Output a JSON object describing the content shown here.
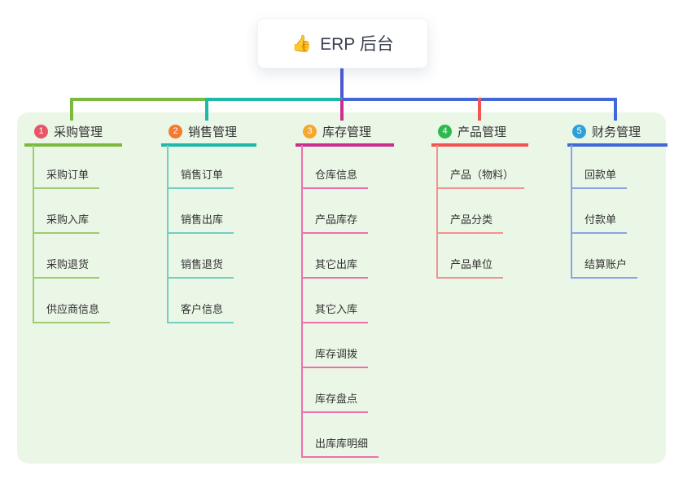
{
  "root": {
    "icon": "👍",
    "title": "ERP 后台"
  },
  "branches": [
    {
      "num": "1",
      "label": "采购管理",
      "badge_color": "#ea5467",
      "line_color": "#7cb93f",
      "child_line_color": "#9fcb72",
      "children": [
        "采购订单",
        "采购入库",
        "采购退货",
        "供应商信息"
      ]
    },
    {
      "num": "2",
      "label": "销售管理",
      "badge_color": "#f57931",
      "line_color": "#1db9a8",
      "child_line_color": "#72cec2",
      "children": [
        "销售订单",
        "销售出库",
        "销售退货",
        "客户信息"
      ]
    },
    {
      "num": "3",
      "label": "库存管理",
      "badge_color": "#f8a72a",
      "line_color": "#cb2e8d",
      "child_line_color": "#ef6fae",
      "children": [
        "仓库信息",
        "产品库存",
        "其它出库",
        "其它入库",
        "库存调拨",
        "库存盘点",
        "出库库明细"
      ]
    },
    {
      "num": "4",
      "label": "产品管理",
      "badge_color": "#2eb94e",
      "line_color": "#f25353",
      "child_line_color": "#f59090",
      "children": [
        "产品（物料）",
        "产品分类",
        "产品单位"
      ]
    },
    {
      "num": "5",
      "label": "财务管理",
      "badge_color": "#2ba0da",
      "line_color": "#4167d8",
      "child_line_color": "#8aa3e4",
      "children": [
        "回款单",
        "付款单",
        "结算账户"
      ]
    }
  ],
  "colors": {
    "canvas_background": "#ffffff",
    "panel_background": "#eaf6e6",
    "root_stem": "#4b5ad1",
    "text": "#333333"
  }
}
